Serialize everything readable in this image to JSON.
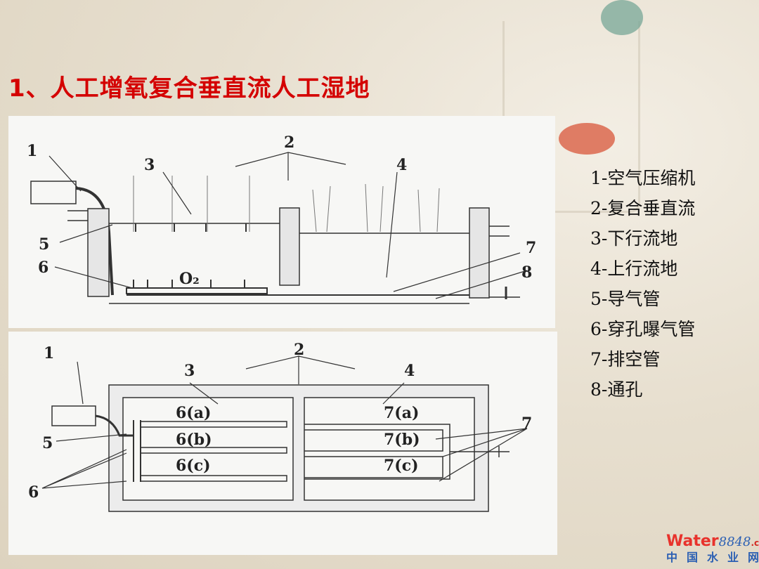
{
  "title": "1、人工增氧复合垂直流人工湿地",
  "diagram_top": {
    "labels": [
      "1",
      "2",
      "3",
      "4",
      "5",
      "6",
      "7",
      "8"
    ],
    "oxygen": "O₂"
  },
  "diagram_bottom": {
    "labels": [
      "1",
      "2",
      "3",
      "4",
      "5",
      "6",
      "7"
    ],
    "pipes": [
      "6(a)",
      "6(b)",
      "6(c)",
      "7(a)",
      "7(b)",
      "7(c)"
    ]
  },
  "legend": [
    "1-空气压缩机",
    "2-复合垂直流",
    "3-下行流地",
    "4-上行流地",
    "5-导气管",
    "6-穿孔曝气管",
    "7-排空管",
    "8-通孔"
  ],
  "watermark": {
    "brand": "Water",
    "number": "8848",
    "suffix": ".com",
    "chinese": "中国水业网"
  }
}
